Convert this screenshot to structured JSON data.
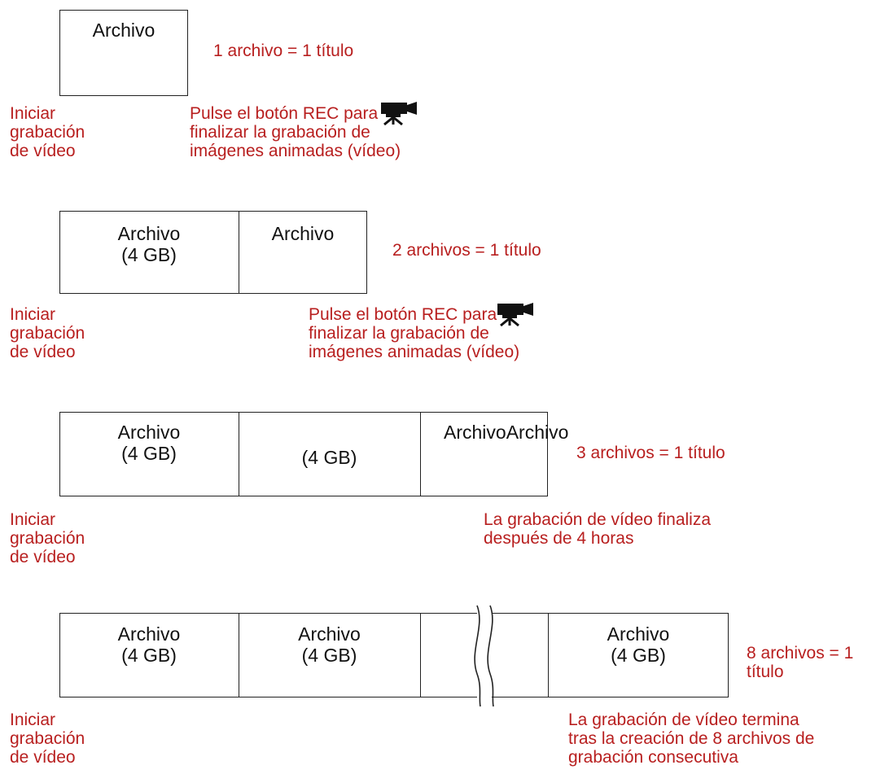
{
  "colors": {
    "note": "#b81f1f",
    "box_text": "#111111",
    "border": "#222222"
  },
  "rows": [
    {
      "cells": [
        {
          "label": "Archivo"
        }
      ],
      "summary": "1 archivo = 1 título",
      "start_note": "Iniciar\ngrabación\nde vídeo",
      "end_note": "Pulse el botón REC    para\nfinalizar la grabación de\nimágenes animadas (vídeo)",
      "end_icon": "rec-button-icon"
    },
    {
      "cells": [
        {
          "label": "Archivo\n(4 GB)"
        },
        {
          "label": "Archivo"
        }
      ],
      "summary": "2 archivos = 1 título",
      "start_note": "Iniciar\ngrabación\nde vídeo",
      "end_note": "Pulse el botón REC    para\nfinalizar la grabación de\nimágenes animadas (vídeo)",
      "end_icon": "rec-button-icon"
    },
    {
      "cells": [
        {
          "label": "Archivo\n(4 GB)"
        },
        {
          "label": "(4 GB)"
        },
        {
          "label": "ArchivoArchivo"
        }
      ],
      "summary": "3 archivos = 1 título",
      "start_note": "Iniciar\ngrabación\nde vídeo",
      "end_note": "La grabación de vídeo finaliza\ndespués de 4 horas"
    },
    {
      "cells": [
        {
          "label": "Archivo\n(4 GB)"
        },
        {
          "label": "Archivo\n(4 GB)"
        },
        {
          "label": ""
        },
        {
          "label": "Archivo\n(4 GB)"
        }
      ],
      "summary": "8 archivos = 1\ntítulo",
      "start_note": "Iniciar\ngrabación\nde vídeo",
      "end_note": "La grabación de vídeo termina\ntras la creación de 8 archivos de\ngrabación consecutiva",
      "break_icon": "omission-break-icon"
    }
  ]
}
